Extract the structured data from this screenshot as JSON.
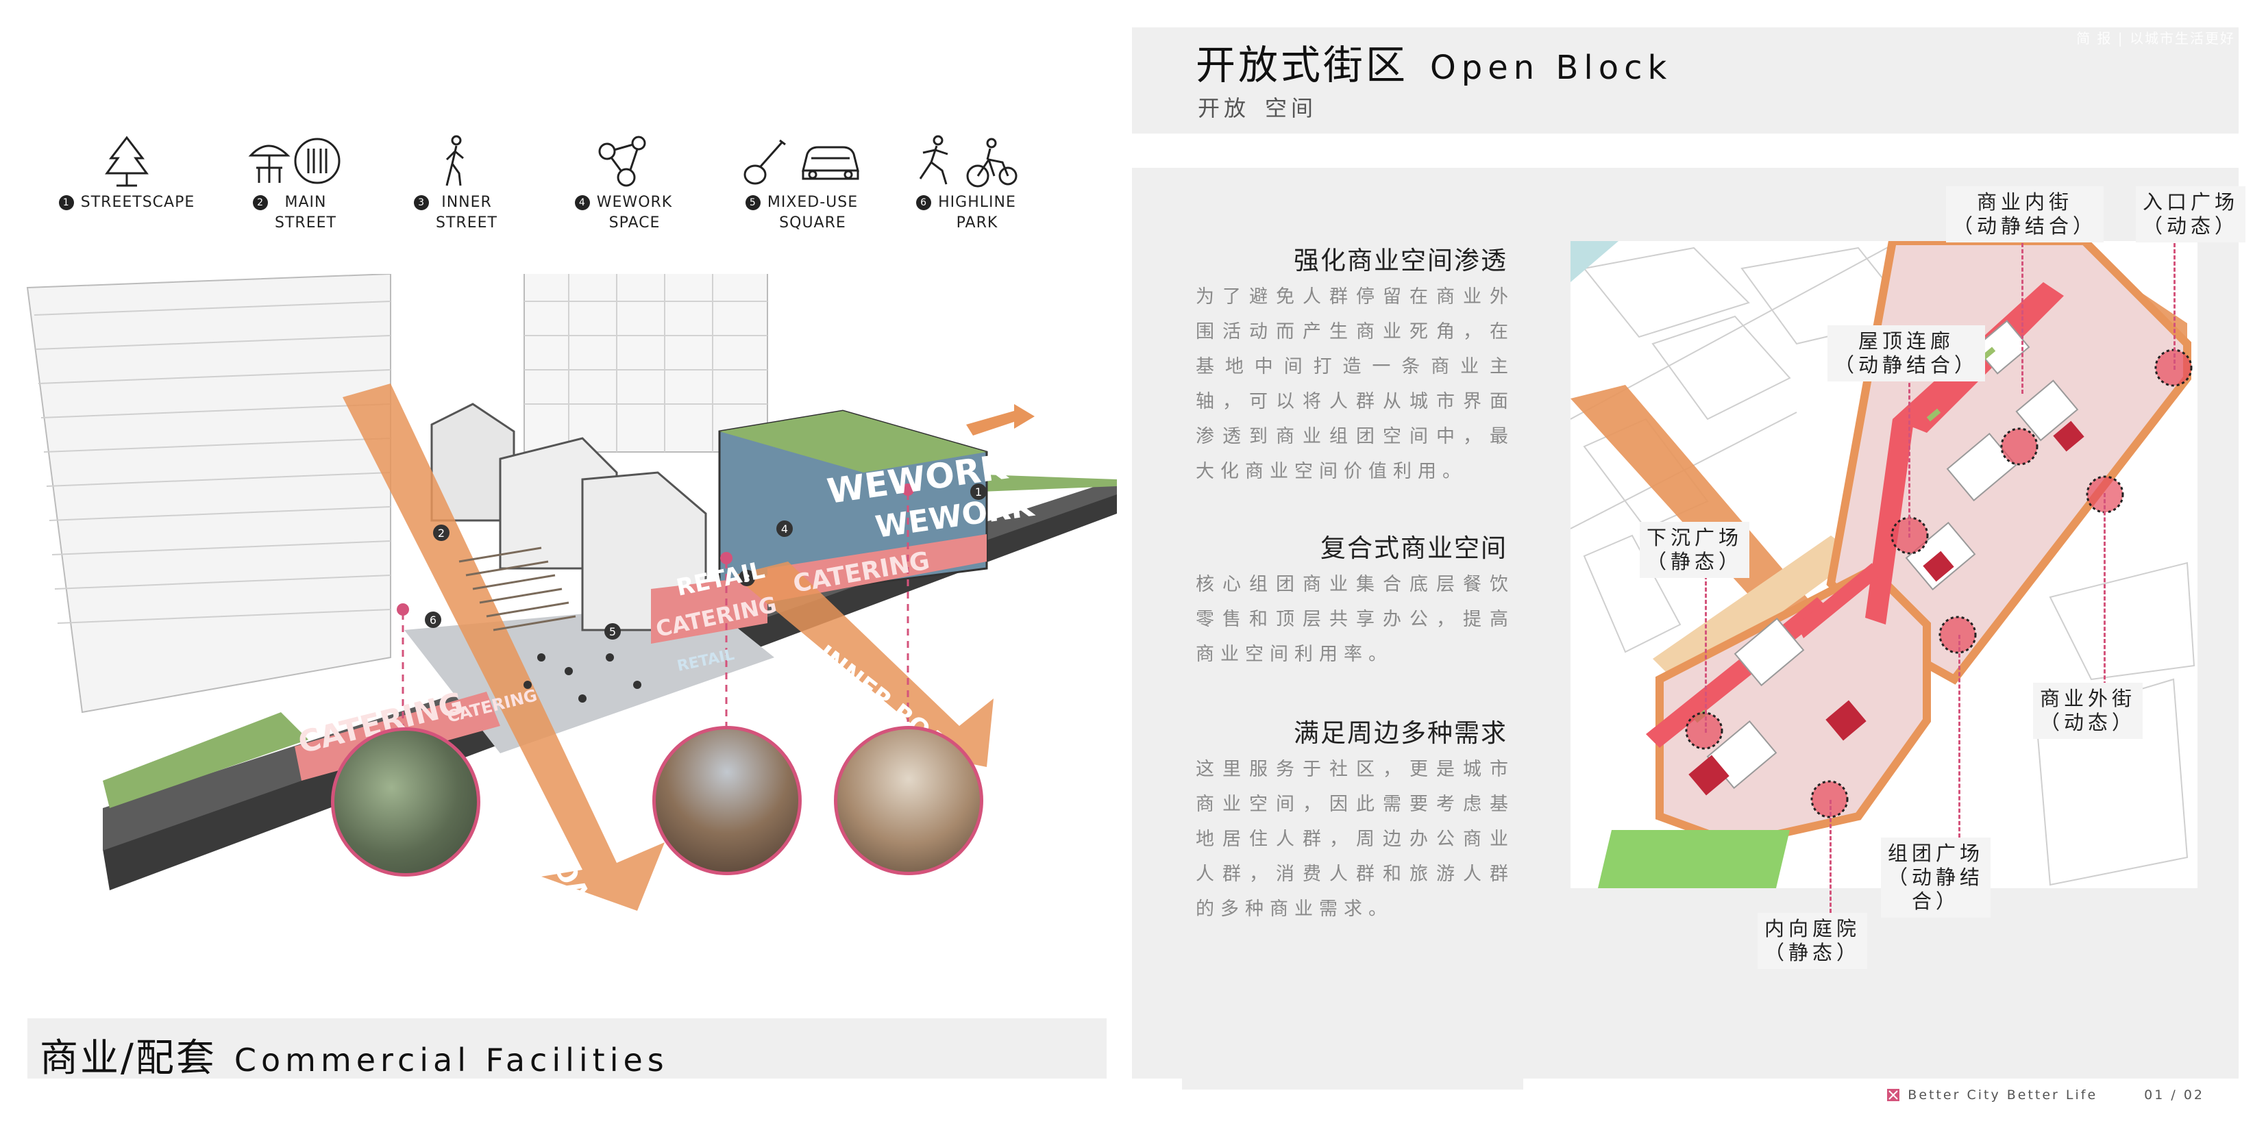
{
  "legend": [
    {
      "num": "1",
      "lines": [
        "STREETSCAPE"
      ],
      "icon": "tree-icon"
    },
    {
      "num": "2",
      "lines": [
        "MAIN",
        "STREET"
      ],
      "icon": "umbrella-table-icon"
    },
    {
      "num": "3",
      "lines": [
        "INNER",
        "STREET"
      ],
      "icon": "walking-person-icon"
    },
    {
      "num": "4",
      "lines": [
        "WEWORK",
        "SPACE"
      ],
      "icon": "network-people-icon"
    },
    {
      "num": "5",
      "lines": [
        "MIXED-USE",
        "SQUARE"
      ],
      "icon": "guitar-car-icon"
    },
    {
      "num": "6",
      "lines": [
        "HIGHLINE",
        "PARK"
      ],
      "icon": "runner-cyclist-icon"
    }
  ],
  "illustration": {
    "signs": {
      "wework_1": "WEWORK",
      "wework_2": "WEWORK",
      "catering_1": "CATERING",
      "catering_2": "CATERING",
      "catering_3": "CATERING",
      "catering_4": "CATERING",
      "retail_1": "RETAIL",
      "retail_2": "RETAIL"
    },
    "roads": {
      "main": "MAIN ROAD",
      "inner": "INNER ROAD"
    },
    "markers": [
      "1",
      "2",
      "3",
      "4",
      "5",
      "6"
    ]
  },
  "left_banner": {
    "zh": "商业/配套",
    "en": "Commercial Facilities"
  },
  "right_header": {
    "zh": "开放式街区",
    "en": "Open Block",
    "sub": [
      "开放",
      "空间"
    ],
    "note": "简 报 | 以城市生活更好"
  },
  "sections": [
    {
      "title": "强化商业空间渗透",
      "body": "为了避免人群停留在商业外围活动而产生商业死角，在基地中间打造一条商业主轴，可以将人群从城市界面渗透到商业组团空间中，最大化商业空间价值利用。"
    },
    {
      "title": "复合式商业空间",
      "body": "核心组团商业集合底层餐饮零售和顶层共享办公，提高商业空间利用率。"
    },
    {
      "title": "满足周边多种需求",
      "body": "这里服务于社区，更是城市商业空间，因此需要考虑基地居住人群，周边办公商业人群，消费人群和旅游人群的多种商业需求。"
    }
  ],
  "callouts": {
    "inner_street": {
      "line1": "商业内街",
      "line2": "（动静结合）"
    },
    "entrance_plaza": {
      "line1": "入口广场",
      "line2": "（动态）"
    },
    "roof_corridor": {
      "line1": "屋顶连廊",
      "line2": "（动静结合）"
    },
    "sunken_plaza": {
      "line1": "下沉广场",
      "line2": "（静态）"
    },
    "outer_street": {
      "line1": "商业外街",
      "line2": "（动态）"
    },
    "cluster_plaza": {
      "line1": "组团广场",
      "line2": "（动静结",
      "line3": "合）"
    },
    "inner_courtyard": {
      "line1": "内向庭院",
      "line2": "（静态）"
    }
  },
  "footer": {
    "slogan": "Better City Better Life",
    "page": "01 / 02"
  },
  "colors": {
    "accent": "#d4537b",
    "orange": "#e8955a",
    "panel": "#efefef"
  }
}
